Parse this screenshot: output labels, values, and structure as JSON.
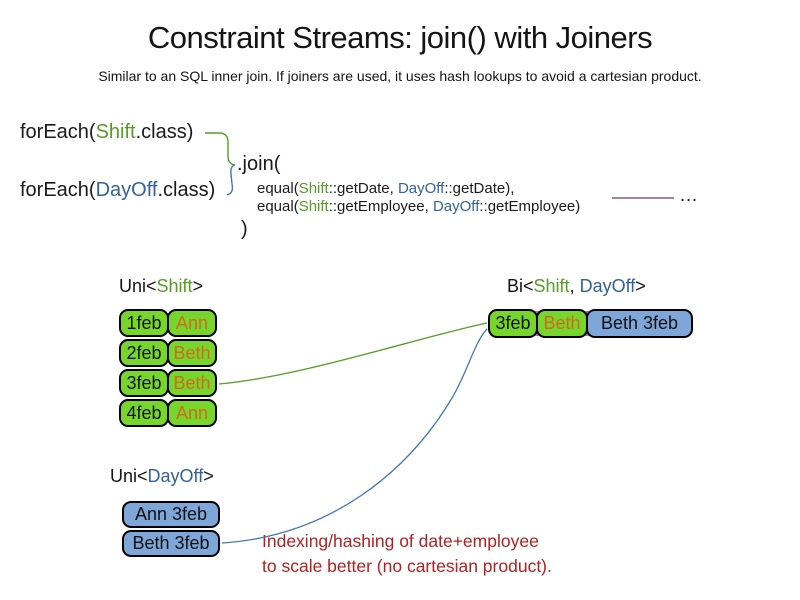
{
  "slide": {
    "title": "Constraint Streams: join() with Joiners",
    "subtitle": "Similar to an SQL inner join. If joiners are used, it uses hash lookups to avoid a cartesian product."
  },
  "code": {
    "foreach_shift": {
      "prefix": "forEach(",
      "class_name": "Shift",
      "suffix": ".class)"
    },
    "foreach_dayoff": {
      "prefix": "forEach(",
      "class_name": "DayOff",
      "suffix": ".class)"
    },
    "join_open": ".join(",
    "joiner1": {
      "fn": "equal(",
      "left_class": "Shift",
      "left_rest": "::getDate, ",
      "right_class": "DayOff",
      "right_rest": "::getDate),"
    },
    "joiner2": {
      "fn": "equal(",
      "left_class": "Shift",
      "left_rest": "::getEmployee, ",
      "right_class": "DayOff",
      "right_rest": "::getEmployee)"
    },
    "join_close": ")",
    "ellipsis": "…"
  },
  "uni_shift": {
    "label": {
      "prefix": "Uni<",
      "type": "Shift",
      "suffix": ">"
    },
    "rows": [
      {
        "date": "1feb",
        "employee": "Ann"
      },
      {
        "date": "2feb",
        "employee": "Beth"
      },
      {
        "date": "3feb",
        "employee": "Beth"
      },
      {
        "date": "4feb",
        "employee": "Ann"
      }
    ]
  },
  "uni_dayoff": {
    "label": {
      "prefix": "Uni<",
      "type": "DayOff",
      "suffix": ">"
    },
    "rows": [
      "Ann 3feb",
      "Beth 3feb"
    ]
  },
  "bi": {
    "label": {
      "prefix": "Bi<",
      "type1": "Shift",
      "separator": ", ",
      "type2": "DayOff",
      "suffix": ">"
    },
    "row": {
      "date": "3feb",
      "employee": "Beth",
      "dayoff": "Beth 3feb"
    }
  },
  "note": {
    "line1": "Indexing/hashing of date+employee",
    "line2": "to scale better (no cartesian product)."
  },
  "colors": {
    "shift_green": "#589c28",
    "dayoff_blue": "#33619e",
    "cell_green": "#77d62b",
    "cell_blue": "#7ea6d8",
    "employee_orange": "#d2691e",
    "tuple_purple": "#ad76b8",
    "note_red": "#b02121",
    "connector_green": "#589c28",
    "connector_blue": "#4377b6",
    "joiner_purple": "#7a5c9e"
  }
}
